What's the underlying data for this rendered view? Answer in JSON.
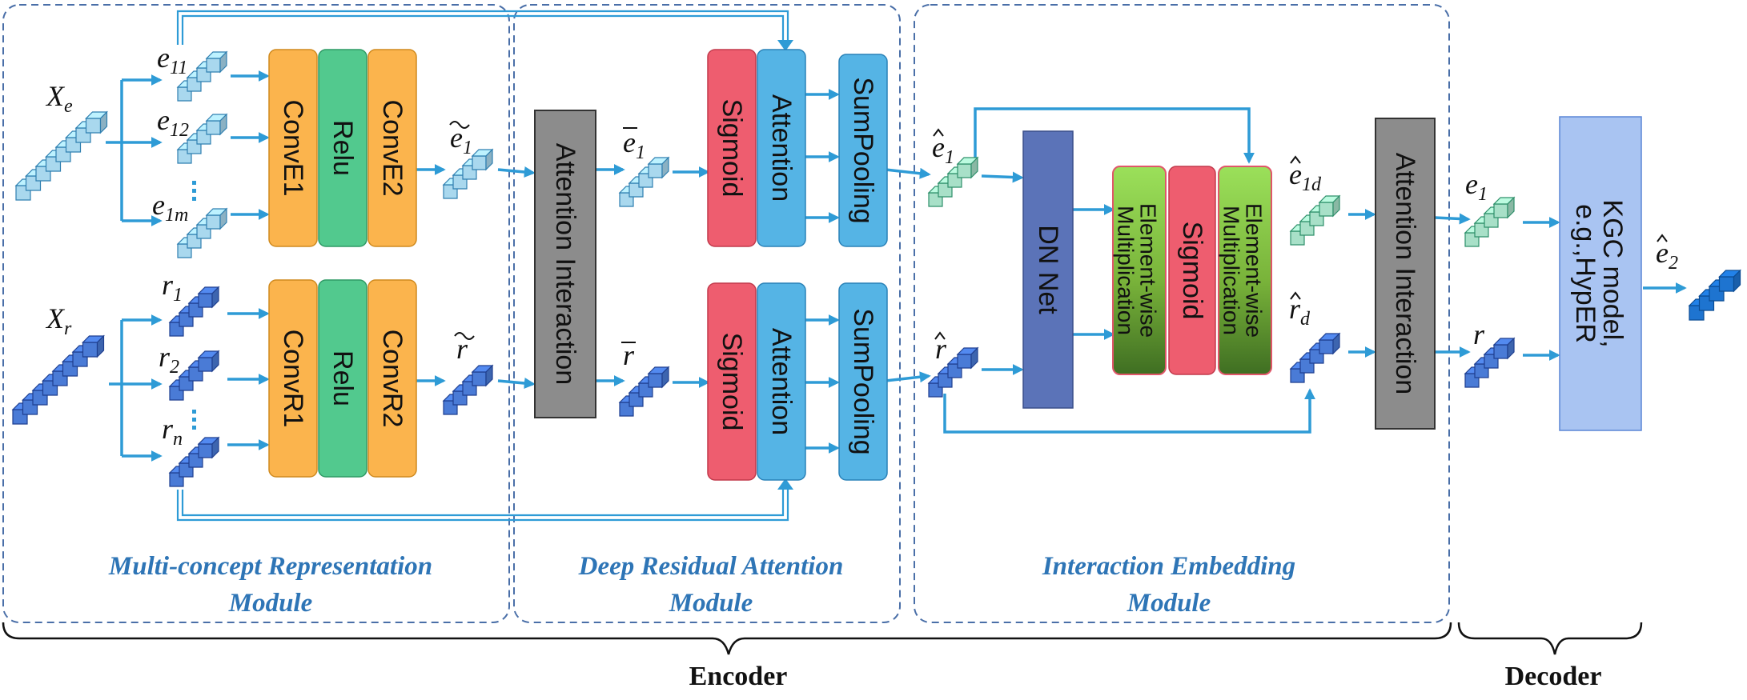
{
  "modules": {
    "multi_concept_line1": "Multi-concept Representation",
    "multi_concept_line2": "Module",
    "deep_residual_line1": "Deep Residual Attention",
    "deep_residual_line2": "Module",
    "interaction_line1": "Interaction Embedding",
    "interaction_line2": "Module"
  },
  "groups": {
    "encoder": "Encoder",
    "decoder": "Decoder"
  },
  "blocks": {
    "conve1": "ConvE1",
    "relu": "Relu",
    "conve2": "ConvE2",
    "convr1": "ConvR1",
    "convr2": "ConvR2",
    "attention_interaction": "Attention Interaction",
    "sigmoid": "Sigmoid",
    "attention": "Attention",
    "sumpooling": "SumPooling",
    "dn_net": "DN Net",
    "elementwise_line1": "Element-wise",
    "elementwise_line2": "Multiplication",
    "kgc_line1": "KGC model,",
    "kgc_line2": "e.g.,HypER"
  },
  "symbols": {
    "xe": "X",
    "xe_sub": "e",
    "xr": "X",
    "xr_sub": "r",
    "e11": "e",
    "e11_sub": "11",
    "e12": "e",
    "e12_sub": "12",
    "e1m": "e",
    "e1m_sub": "1m",
    "r1": "r",
    "r1_sub": "1",
    "r2": "r",
    "r2_sub": "2",
    "rn": "r",
    "rn_sub": "n",
    "e_tilde": "e",
    "e_tilde_sub": "1",
    "r_tilde": "r",
    "e_bar": "e",
    "e_bar_sub": "1",
    "r_bar": "r",
    "e_hat": "e",
    "e_hat_sub": "1",
    "r_hat": "r",
    "e_hat_d": "e",
    "e_hat_d_sub": "1d",
    "r_hat_d": "r",
    "r_hat_d_sub": "d",
    "e_out": "e",
    "e_out_sub": "1",
    "r_out": "r",
    "e2": "e",
    "e2_sub": "2"
  },
  "colors": {
    "conv": "#fbb44d",
    "relu": "#52c98e",
    "sigmoid": "#ee5d6f",
    "attention": "#55b4e5",
    "attn_interaction": "#8c8c8c",
    "dn_net": "#5b73b8",
    "elementwise": "#8fd24a",
    "kgc": "#a9c4f2",
    "arrow": "#2e9bd6",
    "module_border": "#4a6fa8",
    "module_title": "#2e75b6",
    "entity_cube": "#a9d8ee",
    "relation_cube": "#4a7bd6",
    "green_cube": "#a8e0c8"
  }
}
